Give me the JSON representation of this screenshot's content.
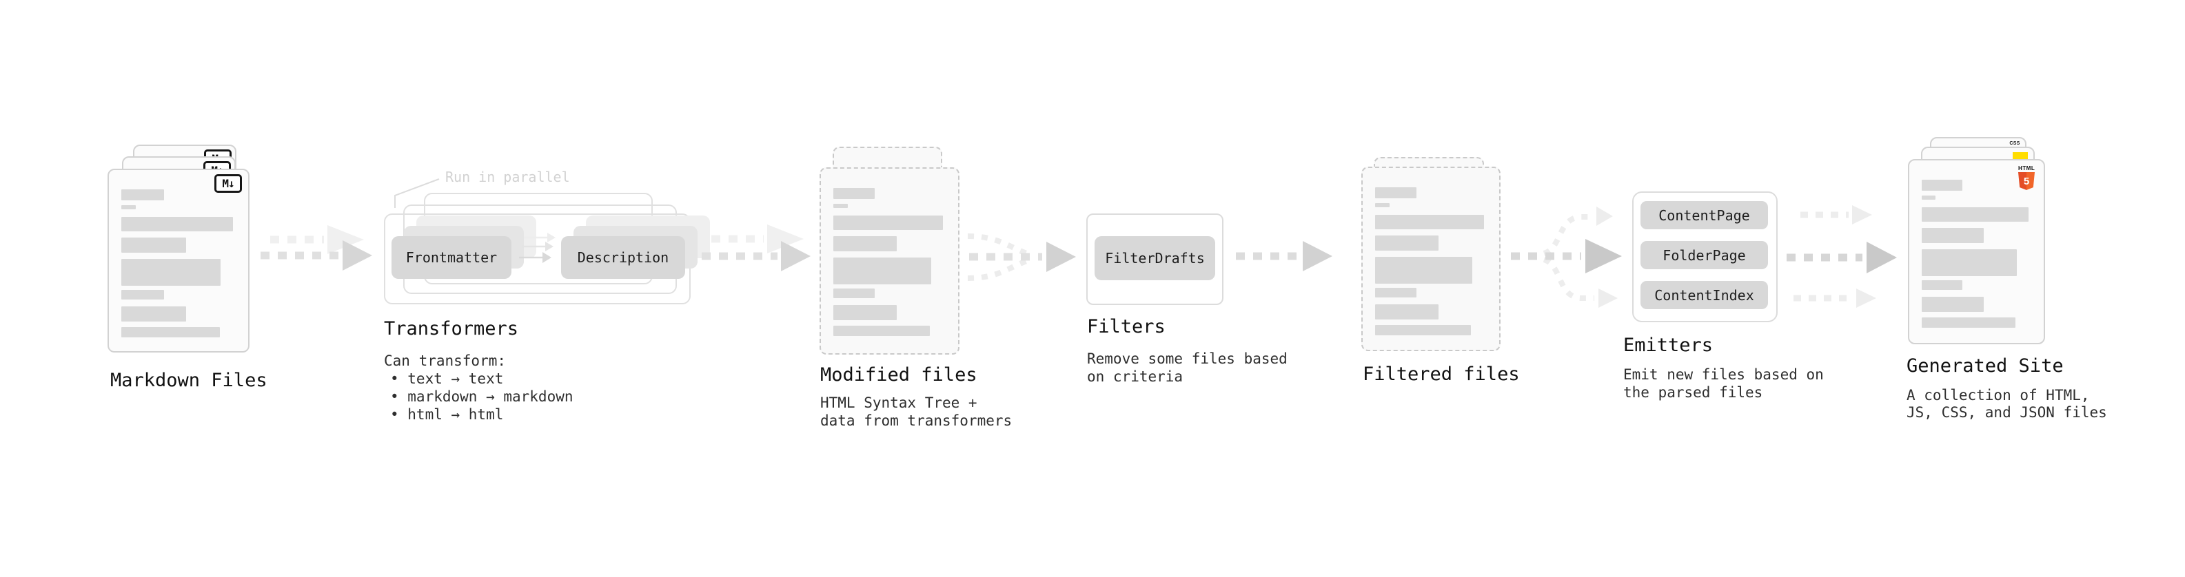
{
  "diagram": {
    "markdown_files": {
      "title": "Markdown Files",
      "badge": "M↓"
    },
    "transformers": {
      "parallel_note": "Run in parallel",
      "pill_left": "Frontmatter",
      "pill_right": "Description",
      "title": "Transformers",
      "desc_heading": "Can transform:",
      "bullets": [
        "• text → text",
        "• markdown → markdown",
        "• html → html"
      ]
    },
    "modified_files": {
      "title": "Modified files",
      "subtitle_line1": "HTML Syntax Tree +",
      "subtitle_line2": "data from transformers"
    },
    "filters": {
      "title": "Filters",
      "pill": "FilterDrafts",
      "subtitle_line1": "Remove some files based",
      "subtitle_line2": "on criteria"
    },
    "filtered_files": {
      "title": "Filtered files"
    },
    "emitters": {
      "title": "Emitters",
      "pills": [
        "ContentPage",
        "FolderPage",
        "ContentIndex"
      ],
      "subtitle_line1": "Emit new files based on",
      "subtitle_line2": "the parsed files"
    },
    "generated_site": {
      "title": "Generated Site",
      "subtitle_line1": "A collection of HTML,",
      "subtitle_line2": "JS, CSS, and JSON files",
      "badge_css": "CSS",
      "badge_html": "HTML",
      "badge_html_number": "5"
    },
    "colors": {
      "html_orange": "#e44d26",
      "html_orange_light": "#f16529",
      "js_yellow": "#ffdd00",
      "css_blue": "#2d67f1"
    }
  }
}
